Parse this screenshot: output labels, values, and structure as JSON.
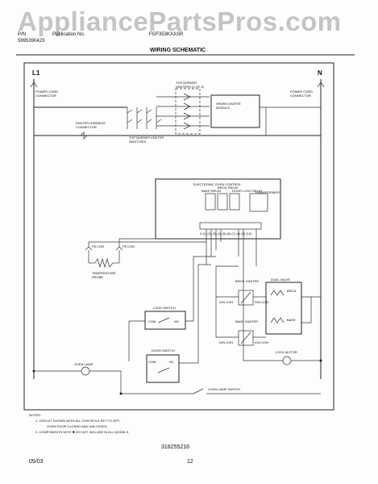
{
  "watermark": "AppliancePartsPros.com",
  "header": {
    "part_number_label": "P/N",
    "part_number_value": "5995390423",
    "publication_label": "Publication No.",
    "model": "FGF353KXASR",
    "title": "WIRING SCHEMATIC"
  },
  "labels": {
    "l1": "L1",
    "n": "N",
    "power_cord_left": "POWER CORD CONNECTOR",
    "power_cord_right": "POWER CORD CONNECTOR",
    "igniter_harness": "IGNITER HARNESS CONNECTOR",
    "top_burner_igniters": "TOP BURNER IGNITERS (2 OF 4)",
    "spark_module": "SPARK IGNITER MODULE",
    "top_burner_switches": "TOP BURNER IGNITER SWITCHES",
    "eoc": "ELECTRONIC OVEN CONTROL",
    "relay_1": "BAKE RELAY",
    "relay_2": "BROIL RELAY",
    "relay_3": "DOOR LOCK RELAY",
    "transformer": "TRANSFORMER",
    "temp_probe": "TEMPERATURE PROBE",
    "pin_p1": "P6 CON",
    "pin_p2": "P5 CON",
    "lock_switch": "LOCK SWITCH",
    "lock_com": "COM",
    "lock_no": "NO",
    "door_switch": "DOOR SWITCH",
    "door_com": "COM",
    "door_nc": "NC",
    "broil_igniter": "BROIL IGNITER",
    "bake_igniter": "BAKE IGNITER",
    "dual_valve": "DUAL VALVE",
    "valve_broil": "BROIL",
    "valve_bake": "BAKE",
    "ign_con_1": "IGN CON",
    "ign_con_2": "IGN CON",
    "ign_con_3": "IGN CON",
    "ign_con_4": "IGN CON",
    "lock_motor": "LOCK MOTOR",
    "oven_lamp": "OVEN LAMP",
    "oven_lamp_switch": "OVEN LAMP SWITCH",
    "eoc_bottom": "0 (1) (2) (3) (4) (5) (6) (7) (8) (9) (10)"
  },
  "notes": {
    "title": "NOTES:",
    "line1": "1.  CIRCUIT SHOWN WITH ALL CONTROLS SET TO OFF,",
    "line2": "OVEN DOOR CLOSED AND UNLOCKED.",
    "line3": "2.  COMPONENTS WITH  ✱  DO NOT INCLUDE IN ALL MODELS."
  },
  "footer": {
    "doc_number": "318255216",
    "date": "05/03",
    "page": "12"
  }
}
